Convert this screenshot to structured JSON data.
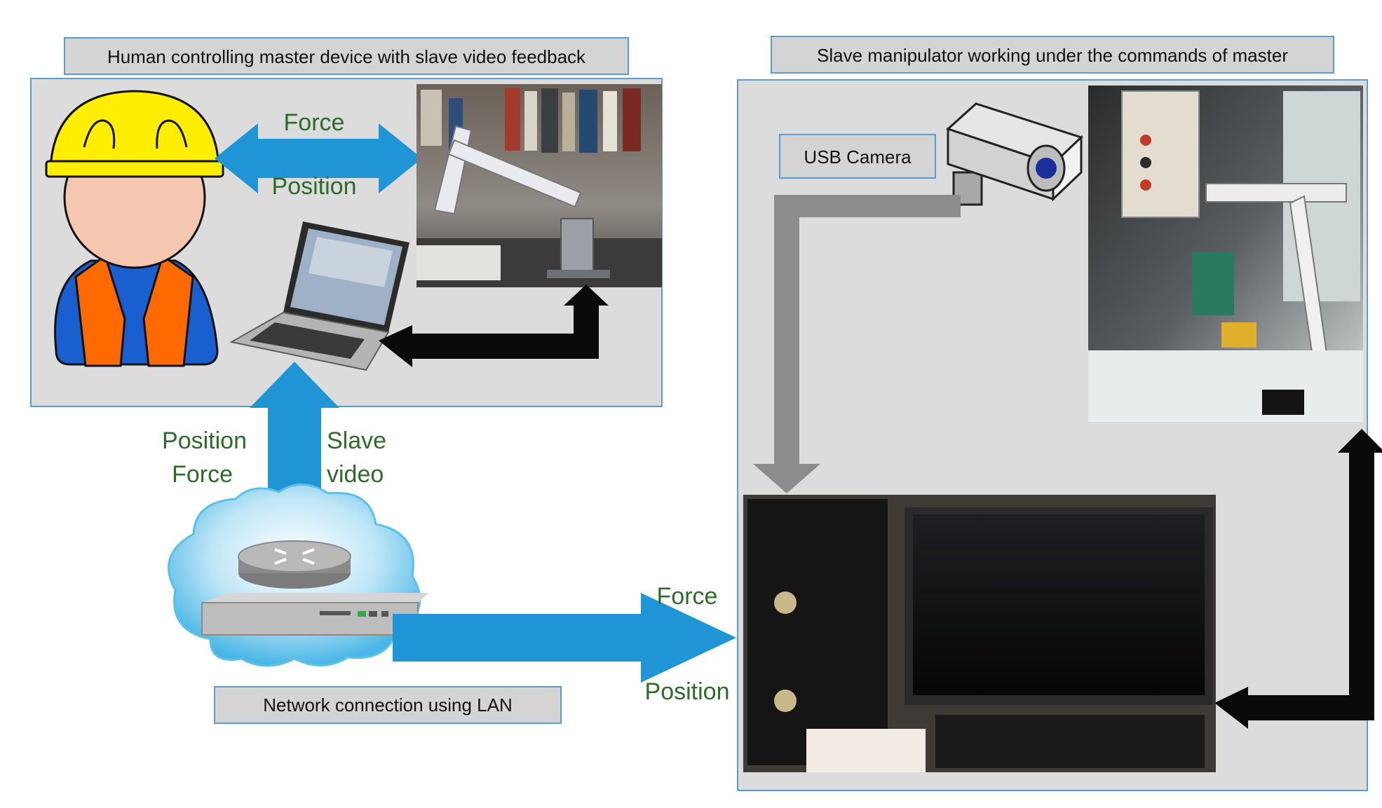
{
  "labels": {
    "master_title": "Human controlling master device with slave video feedback",
    "slave_title": "Slave manipulator working under the commands of master",
    "usb_camera": "USB Camera",
    "network": "Network connection using LAN"
  },
  "flows": {
    "master_force": "Force",
    "master_position": "Position",
    "uplink_position": "Position",
    "uplink_force": "Force",
    "uplink_slave": "Slave",
    "uplink_video": "video",
    "lan_force": "Force",
    "lan_position": "Position"
  },
  "colors": {
    "panel_fill": "#dcdcdc",
    "panel_border": "#5b9bd5",
    "blue_arrow": "#1f95d6",
    "gray_arrow": "#8c8c8c",
    "black_arrow": "#0a0a0a",
    "flow_text": "#2e6b2a",
    "helmet": "#ffee00",
    "vest": "#ff6a00",
    "shirt": "#1a5fd0",
    "skin": "#f6c7b0"
  },
  "icons": [
    "worker-icon",
    "laptop-icon",
    "usb-camera-icon",
    "network-cloud-icon",
    "router-icon",
    "network-switch-icon"
  ],
  "photos": [
    "master-device-photo",
    "slave-manipulator-photo",
    "slave-computer-photo"
  ]
}
